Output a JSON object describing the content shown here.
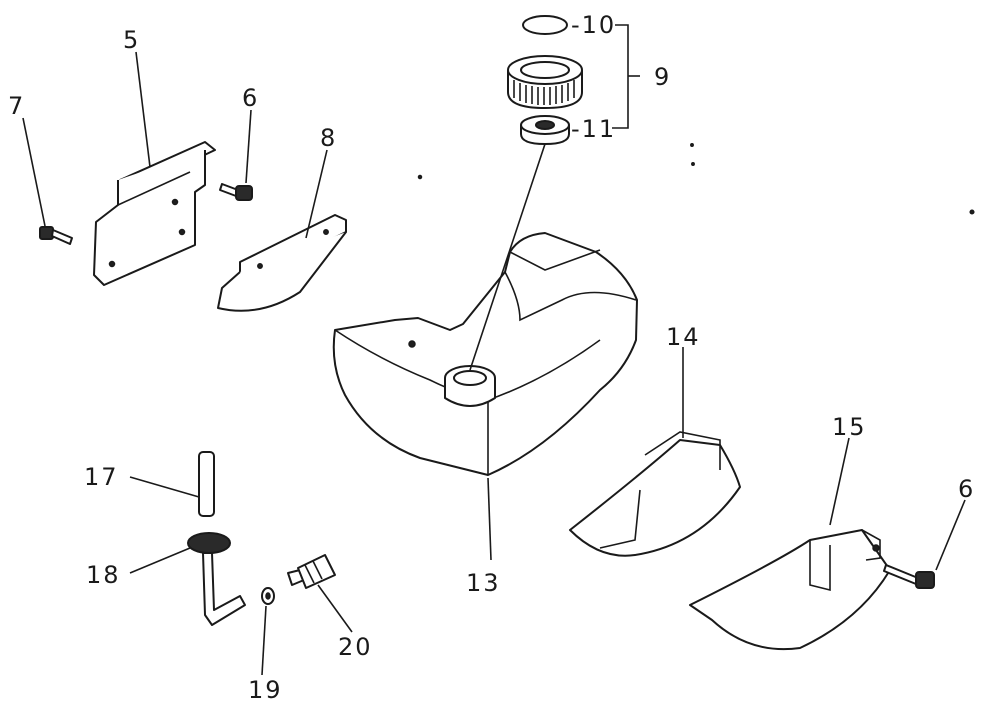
{
  "labels": {
    "l5": "5",
    "l6a": "6",
    "l7": "7",
    "l8": "8",
    "l9": "9",
    "l10": "-10",
    "l11": "-11",
    "l13": "13",
    "l14": "14",
    "l15": "15",
    "l6b": "6",
    "l17": "17",
    "l18": "18",
    "l19": "19",
    "l20": "20"
  },
  "colors": {
    "ink": "#1a1a1a",
    "paper": "#ffffff"
  }
}
